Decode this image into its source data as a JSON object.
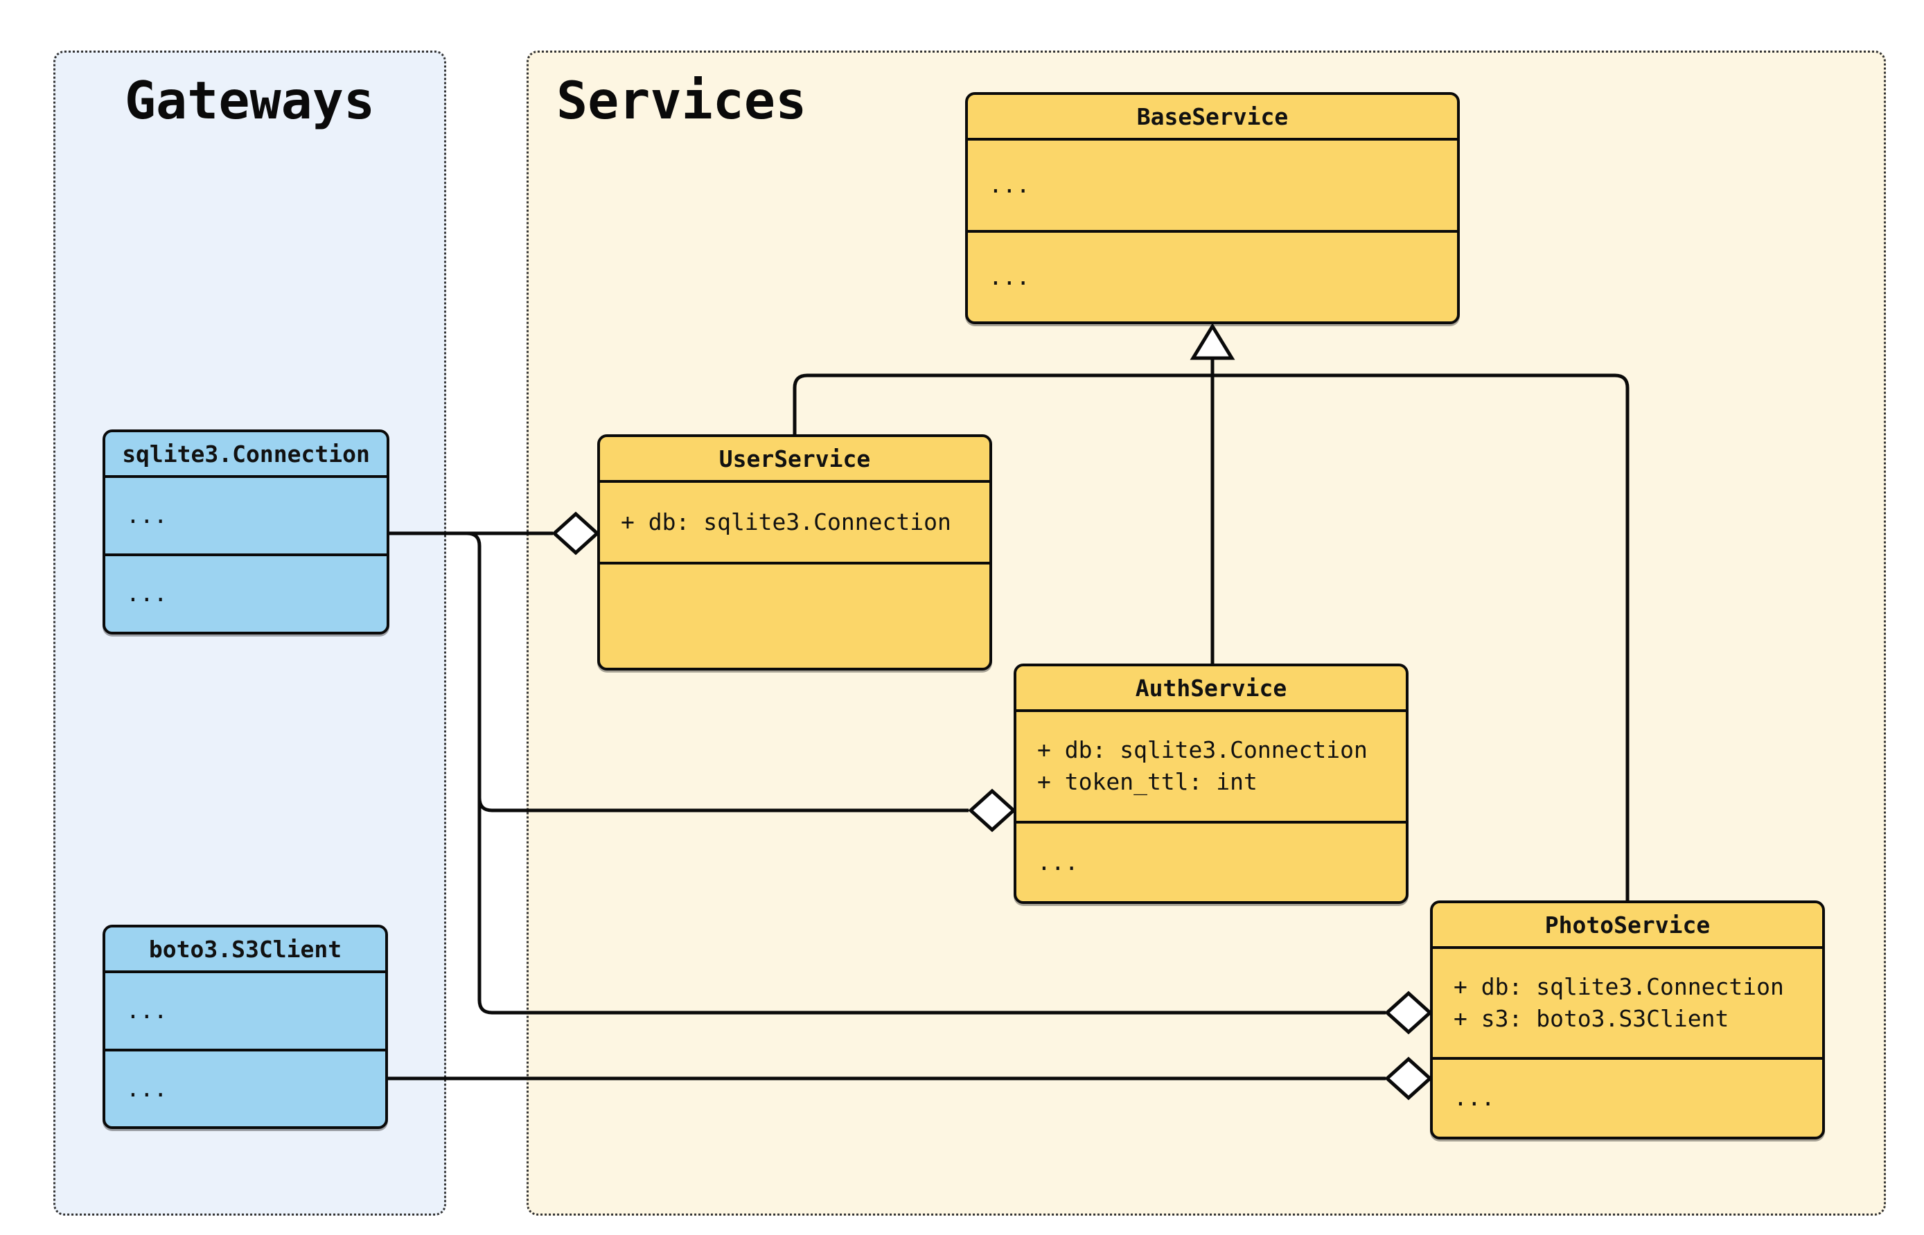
{
  "groups": {
    "gateways": {
      "label": "Gateways"
    },
    "services": {
      "label": "Services"
    }
  },
  "classes": {
    "base_service": {
      "name": "BaseService",
      "attributes": [
        "..."
      ],
      "methods": [
        "..."
      ]
    },
    "user_service": {
      "name": "UserService",
      "attributes": [
        "+ db: sqlite3.Connection"
      ],
      "methods": []
    },
    "auth_service": {
      "name": "AuthService",
      "attributes": [
        "+ db: sqlite3.Connection",
        "+ token_ttl: int"
      ],
      "methods": [
        "..."
      ]
    },
    "photo_service": {
      "name": "PhotoService",
      "attributes": [
        "+ db: sqlite3.Connection",
        "+ s3: boto3.S3Client"
      ],
      "methods": [
        "..."
      ]
    },
    "sqlite3_connection": {
      "name": "sqlite3.Connection",
      "attributes": [
        "..."
      ],
      "methods": [
        "..."
      ]
    },
    "boto3_s3client": {
      "name": "boto3.S3Client",
      "attributes": [
        "..."
      ],
      "methods": [
        "..."
      ]
    }
  },
  "relationships": [
    {
      "type": "inheritance",
      "from": "UserService",
      "to": "BaseService"
    },
    {
      "type": "inheritance",
      "from": "AuthService",
      "to": "BaseService"
    },
    {
      "type": "inheritance",
      "from": "PhotoService",
      "to": "BaseService"
    },
    {
      "type": "aggregation",
      "from": "UserService",
      "to": "sqlite3.Connection"
    },
    {
      "type": "aggregation",
      "from": "AuthService",
      "to": "sqlite3.Connection"
    },
    {
      "type": "aggregation",
      "from": "PhotoService",
      "to": "sqlite3.Connection"
    },
    {
      "type": "aggregation",
      "from": "PhotoService",
      "to": "boto3.S3Client"
    }
  ],
  "colors": {
    "service_fill": "#fbd669",
    "gateway_fill": "#9cd3f1",
    "services_bg": "#fdf6e2",
    "gateways_bg": "#ebf2fb",
    "stroke": "#0a0a0a"
  }
}
